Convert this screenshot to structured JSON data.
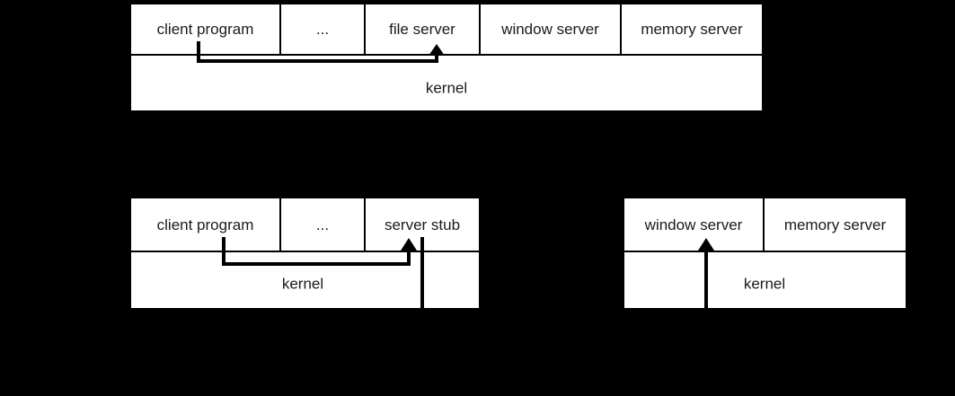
{
  "figure": {
    "background_color": "#000000",
    "box_fill": "#ffffff",
    "stroke_color": "#000000",
    "text_color": "#1a1a1a"
  },
  "diagrams": [
    {
      "id": "monolithic-microkernel-top",
      "servers_row": [
        {
          "label": "client program"
        },
        {
          "label": "..."
        },
        {
          "label": "file server"
        },
        {
          "label": "window server"
        },
        {
          "label": "memory server"
        }
      ],
      "kernel_label": "kernel",
      "arrow": {
        "name": "client-to-file-server-arrow",
        "from": "client program",
        "to": "file server",
        "via": "kernel"
      }
    },
    {
      "id": "client-machine-bottom-left",
      "servers_row": [
        {
          "label": "client program"
        },
        {
          "label": "..."
        },
        {
          "label": "server stub"
        }
      ],
      "kernel_label": "kernel",
      "arrow": {
        "name": "client-to-server-stub-arrow",
        "from": "client program",
        "to": "server stub",
        "via": "kernel"
      },
      "network_link": {
        "name": "network-downlink-line",
        "from": "server stub",
        "to": "network"
      }
    },
    {
      "id": "server-machine-bottom-right",
      "servers_row": [
        {
          "label": "window server"
        },
        {
          "label": "memory server"
        }
      ],
      "kernel_label": "kernel",
      "arrow": {
        "name": "network-to-window-server-arrow",
        "from": "network",
        "to": "window server",
        "via": "kernel"
      }
    }
  ]
}
